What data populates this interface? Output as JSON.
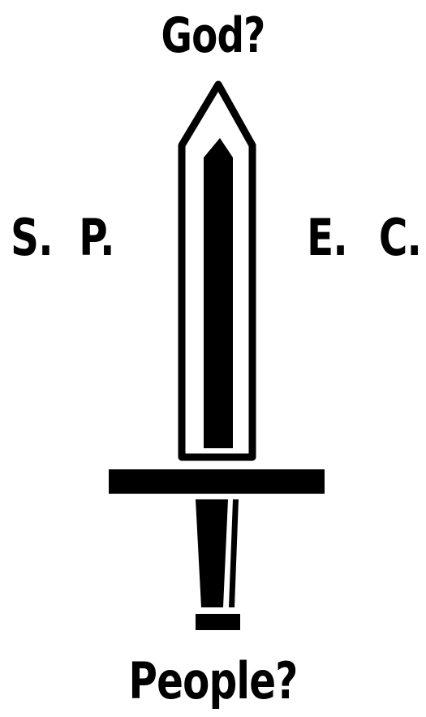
{
  "labels": {
    "top": "God?",
    "bottom": "People?",
    "left_1": "S.",
    "left_2": "P.",
    "right_1": "E.",
    "right_2": "C."
  },
  "colors": {
    "ink": "#000000",
    "paper": "#ffffff"
  },
  "icon": "sword-icon"
}
